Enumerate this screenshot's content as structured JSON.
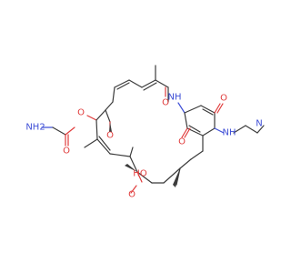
{
  "molecule": {
    "colors": {
      "carbon_bond": "#3b3b3b",
      "oxygen": "#e03b3b",
      "nitrogen": "#3f4fd6"
    },
    "atom_labels": [
      {
        "id": "nh2",
        "text": "NH2",
        "element": "N"
      },
      {
        "id": "o-carbamate-carbonyl",
        "text": "O",
        "element": "O"
      },
      {
        "id": "o-carbamate-ester",
        "text": "O",
        "element": "O"
      },
      {
        "id": "o-methoxy-top",
        "text": "O",
        "element": "O"
      },
      {
        "id": "o-amide-carbonyl",
        "text": "O",
        "element": "O"
      },
      {
        "id": "nh-amide",
        "text": "NH",
        "element": "N"
      },
      {
        "id": "o-quinone-top",
        "text": "O",
        "element": "O"
      },
      {
        "id": "oh",
        "text": "HO",
        "element": "O"
      },
      {
        "id": "o-quinone-bottom",
        "text": "O",
        "element": "O"
      },
      {
        "id": "nh-amine",
        "text": "NH",
        "element": "N"
      },
      {
        "id": "n-dimethyl",
        "text": "N",
        "element": "N"
      },
      {
        "id": "o-methoxy-bottom",
        "text": "O",
        "element": "O"
      }
    ]
  }
}
